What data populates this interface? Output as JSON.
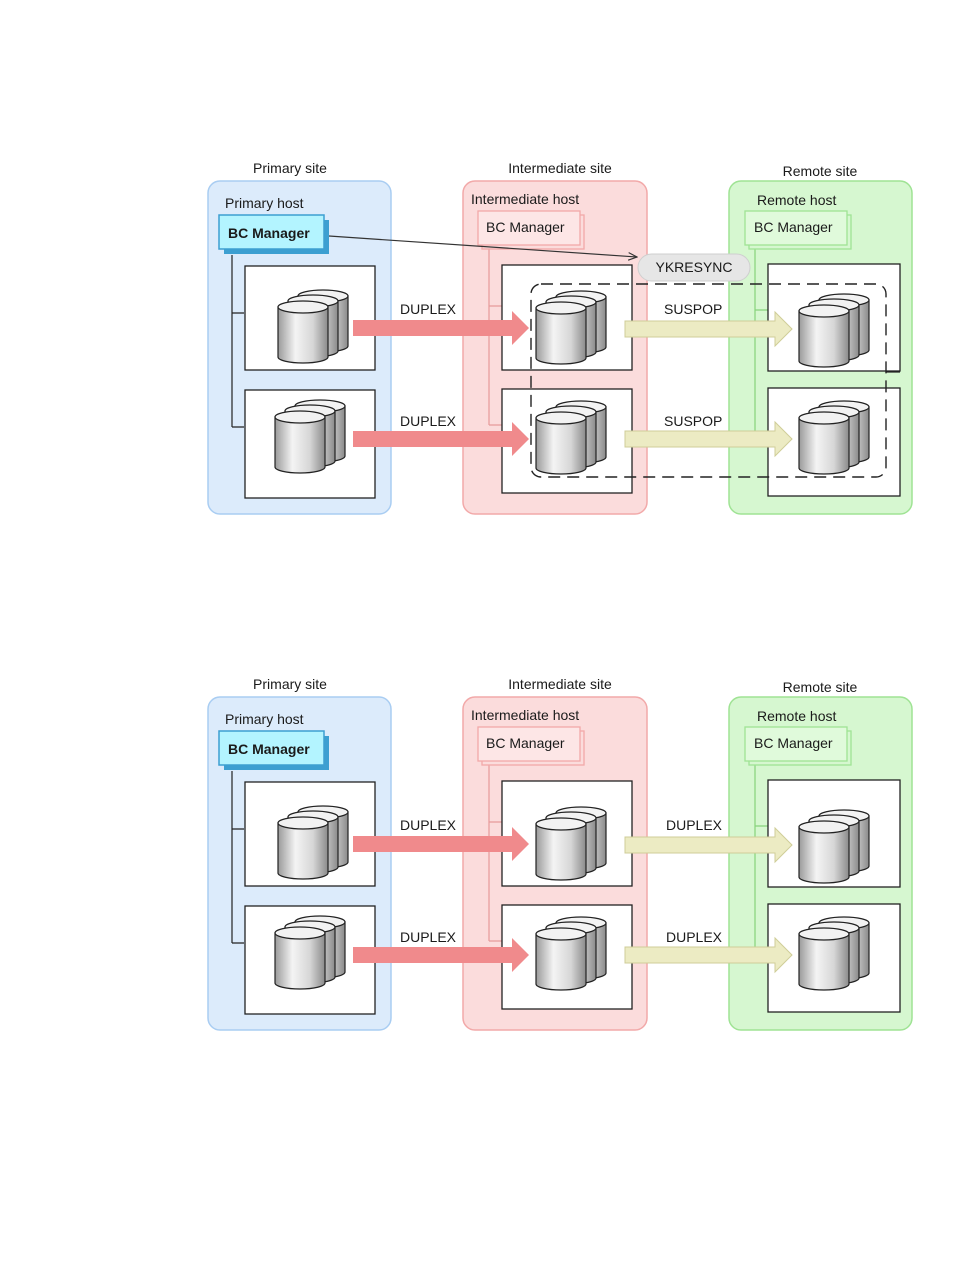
{
  "colors": {
    "primary_fill": "#dcebfb",
    "primary_stroke": "#a9cdf2",
    "intermediate_fill": "#fbdcdc",
    "intermediate_stroke": "#f2a9a9",
    "remote_fill": "#d6f7d0",
    "remote_stroke": "#9fe394",
    "bc_active_fill": "#b3f4ff",
    "bc_active_stroke": "#3c9fd1",
    "pink_arrow": "#f08a8c",
    "yellow_arrow": "#ecebc3",
    "yellow_arrow_stroke": "#cfcd98"
  },
  "icons": {
    "volume": "stacked-disk-cylinder-icon"
  },
  "diagrams": [
    {
      "id": "before",
      "sites": {
        "primary": {
          "label": "Primary site",
          "host": "Primary host",
          "bc": "BC Manager"
        },
        "intermediate": {
          "label": "Intermediate site",
          "host": "Intermediate host",
          "bc": "BC Manager"
        },
        "remote": {
          "label": "Remote site",
          "host": "Remote host",
          "bc": "BC Manager"
        }
      },
      "command": "YKRESYNC",
      "rows": [
        {
          "left_status": "DUPLEX",
          "right_status": "SUSPOP"
        },
        {
          "left_status": "DUPLEX",
          "right_status": "SUSPOP"
        }
      ]
    },
    {
      "id": "after",
      "sites": {
        "primary": {
          "label": "Primary site",
          "host": "Primary host",
          "bc": "BC Manager"
        },
        "intermediate": {
          "label": "Intermediate site",
          "host": "Intermediate host",
          "bc": "BC Manager"
        },
        "remote": {
          "label": "Remote site",
          "host": "Remote host",
          "bc": "BC Manager"
        }
      },
      "rows": [
        {
          "left_status": "DUPLEX",
          "right_status": "DUPLEX"
        },
        {
          "left_status": "DUPLEX",
          "right_status": "DUPLEX"
        }
      ]
    }
  ]
}
